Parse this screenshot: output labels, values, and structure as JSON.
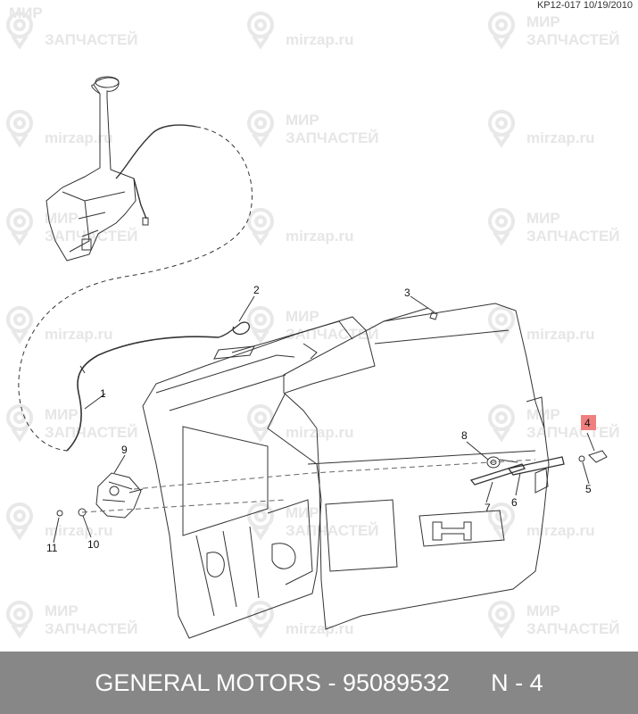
{
  "reference": "KP12-017 10/19/2010",
  "watermark": {
    "ru_line1": "МИР",
    "ru_line2": "ЗАПЧАСТЕЙ",
    "site": "mirzap.ru"
  },
  "callouts": {
    "c1": "1",
    "c2": "2",
    "c3": "3",
    "c4": "4",
    "c5": "5",
    "c6": "6",
    "c7": "7",
    "c8": "8",
    "c9": "9",
    "c10": "10",
    "c11": "11"
  },
  "highlight_color": "#f08080",
  "footer": {
    "brand": "GENERAL MOTORS",
    "separator": " - ",
    "part_number": "95089532",
    "position": "N - 4"
  }
}
